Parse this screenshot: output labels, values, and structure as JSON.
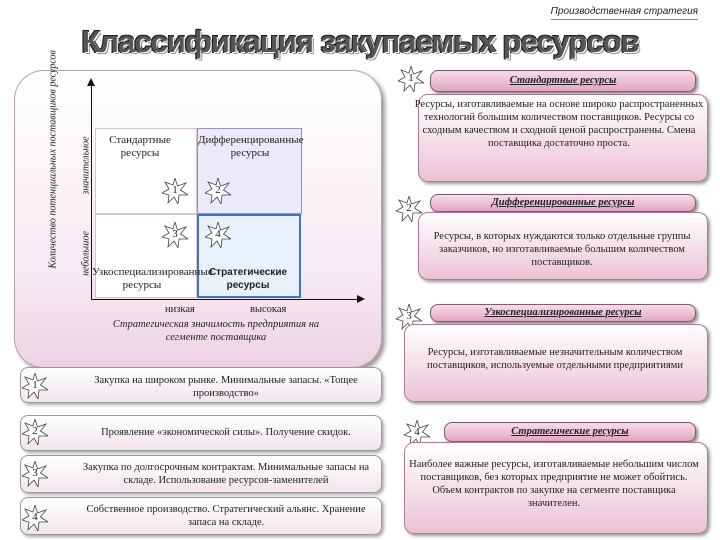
{
  "header": {
    "subtitle": "Производственная стратегия"
  },
  "title": "Классификация закупаемых ресурсов",
  "matrix": {
    "outer_axis_label": "Количество потенциальных поставщиков ресурсов",
    "y_high": "значительное",
    "y_low": "небольшое",
    "quadrants": [
      {
        "num": "1",
        "label": "Стандартные ресурсы"
      },
      {
        "num": "2",
        "label": "Дифференцированные ресурсы"
      },
      {
        "num": "3",
        "label": "Узкоспециализированные ресурсы"
      },
      {
        "num": "4",
        "label": "Стратегические ресурсы"
      }
    ],
    "x_low": "низкая",
    "x_high": "высокая",
    "x_axis_label": "Стратегическая значимость предприятия на сегменте поставщика"
  },
  "strategies": [
    {
      "num": "1",
      "text": "Закупка на широком рынке. Минимальные запасы. «Тощее производство»"
    },
    {
      "num": "2",
      "text": "Проявление «экономической силы». Получение скидок."
    },
    {
      "num": "3",
      "text": "Закупка по долгосрочным контрактам. Минимальные запасы на складе. Использование ресурсов-заменителей"
    },
    {
      "num": "4",
      "text": "Собственное производство. Стратегический альянс. Хранение запаса на складе."
    }
  ],
  "resource_types": [
    {
      "num": "1",
      "title": "Стандартные ресурсы",
      "text": "Ресурсы, изготавливаемые на основе широко распространенных технологий большим количеством поставщиков. Ресурсы со сходным качеством и сходной ценой распространены. Смена поставщика достаточно проста."
    },
    {
      "num": "2",
      "title": "Дифференцированные ресурсы",
      "text": "Ресурсы, в которых нуждаются только отдельные группы заказчиков, но изготавливаемые большим количеством поставщиков."
    },
    {
      "num": "3",
      "title": "Узкоспециализированные ресурсы",
      "text": "Ресурсы, изготавливаемые незначительным количеством поставщиков, используемые отдельными предприятиями"
    },
    {
      "num": "4",
      "title": "Стратегические ресурсы",
      "text": "Наиболее важные ресурсы, изготавливаемые небольшим числом поставщиков, без которых предприятие не может обойтись. Объем контрактов по закупке на сегменте поставщика значителен."
    }
  ]
}
